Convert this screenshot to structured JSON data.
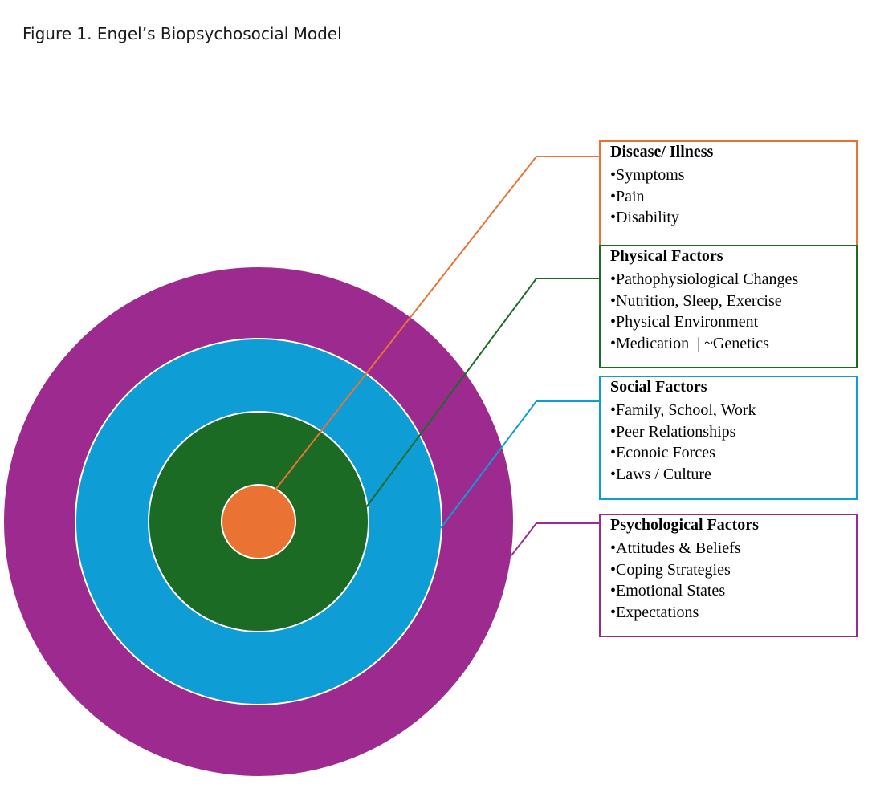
{
  "caption": "Figure 1. Engel’s Biopsychosocial Model",
  "colors": {
    "disease": "#EA7333",
    "physical": "#1C6B25",
    "social": "#0F9DD5",
    "psychological": "#9D2B8F",
    "ring_border": "#ffffff"
  },
  "boxes": {
    "disease": {
      "title": "Disease/ Illness",
      "items": [
        "•Symptoms",
        "•Pain",
        "•Disability"
      ]
    },
    "physical": {
      "title": "Physical Factors",
      "items": [
        "•Pathophysiological Changes",
        "•Nutrition, Sleep, Exercise",
        "•Physical Environment",
        "•Medication  | ~Genetics"
      ]
    },
    "social": {
      "title": "Social Factors",
      "items": [
        "•Family, School, Work",
        "•Peer Relationships",
        "•Econoic Forces",
        "•Laws / Culture"
      ]
    },
    "psychological": {
      "title": "Psychological Factors",
      "items": [
        "•Attitudes & Beliefs",
        "•Coping Strategies",
        "•Emotional States",
        "•Expectations"
      ]
    }
  }
}
